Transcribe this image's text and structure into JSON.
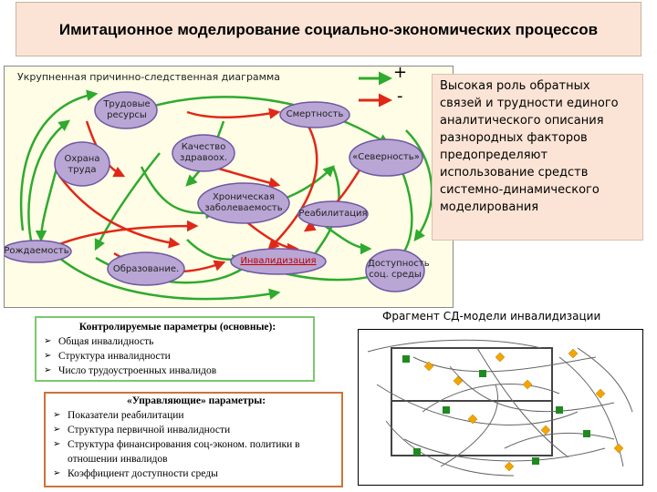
{
  "header": {
    "title": "Имитационное моделирование социально-экономических процессов"
  },
  "diagram": {
    "heading": "Укрупненная причинно-следственная диаграмма",
    "legend": {
      "plus": "+",
      "minus": "-",
      "plus_color": "#2eaa2e",
      "minus_color": "#e02818"
    },
    "nodes": {
      "labor": "Трудовые ресурсы",
      "mortality": "Смертность",
      "health_protection": "Охрана труда",
      "environment_quality": "Качество здравоох.",
      "north": "«Северность»",
      "chronic": "Хроническая заболеваемость",
      "rehab": "Реабилитация",
      "birth": "Рождаемость",
      "education": "Образование.",
      "disability": "Инвалидизация",
      "accessibility": "Доступность соц. среды"
    },
    "node_fill": "#b9a6d4",
    "node_stroke": "#6f57a3"
  },
  "note": {
    "text": "Высокая роль обратных связей и трудности единого аналитического описания разнородных факторов предопределяют использование средств системно-динамического моделирования"
  },
  "controlled": {
    "heading": "Контролируемые параметры (основные):",
    "items": [
      "Общая инвалидность",
      "Структура инвалидности",
      "Число трудоустроенных инвалидов"
    ]
  },
  "control": {
    "heading": "«Управляющие» параметры:",
    "items": [
      "Показатели реабилитации",
      "Структура первичной инвалидности",
      "Структура финансирования соц-эконом. политики в отношении инвалидов",
      "Коэффициент доступности среды"
    ]
  },
  "fragment": {
    "caption": "Фрагмент СД-модели инвалидизации"
  }
}
